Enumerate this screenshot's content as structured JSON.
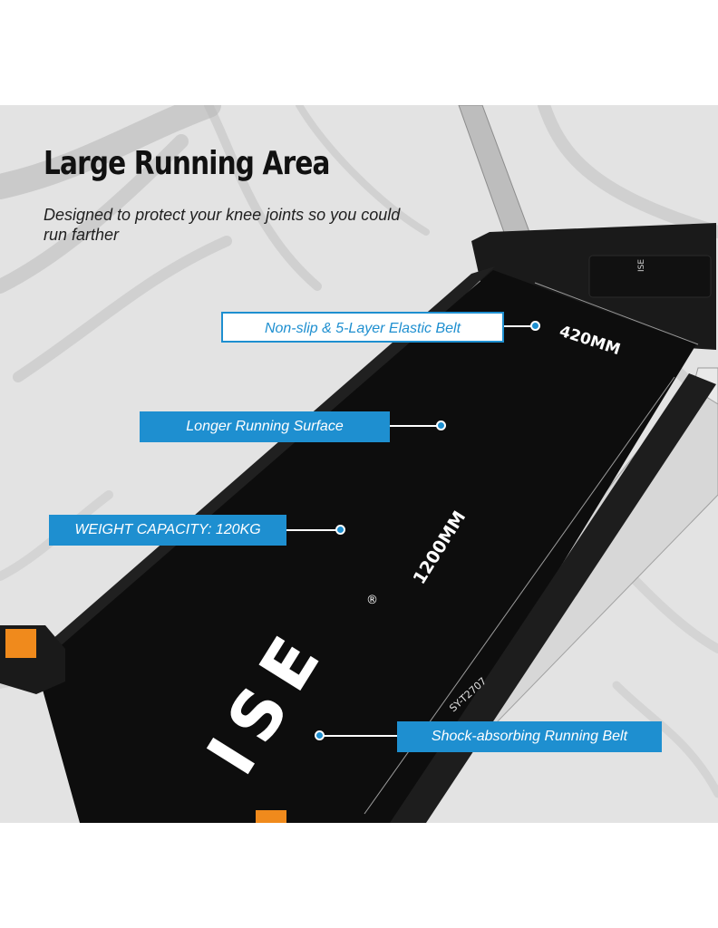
{
  "headline": "Large Running Area",
  "subtext": "Designed to protect your knee joints so you could run farther",
  "callouts": {
    "belt_layers": "Non-slip & 5-Layer Elastic Belt",
    "running_surface": "Longer Running Surface",
    "weight_capacity": "WEIGHT CAPACITY: 120KG",
    "shock_absorbing": "Shock-absorbing Running Belt"
  },
  "deck_labels": {
    "width": "420MM",
    "length": "1200MM",
    "brand": "ISE",
    "registered": "®",
    "model": "SY-T2707"
  },
  "colors": {
    "accent": "#1e8fd0",
    "belt": "#101010",
    "frame": "#cfcfcf",
    "wheel": "#1a5fb4",
    "reflector": "#f08a1c"
  },
  "icons": {
    "callout_marker": "dot-marker-icon",
    "trademark": "registered-trademark-icon"
  }
}
